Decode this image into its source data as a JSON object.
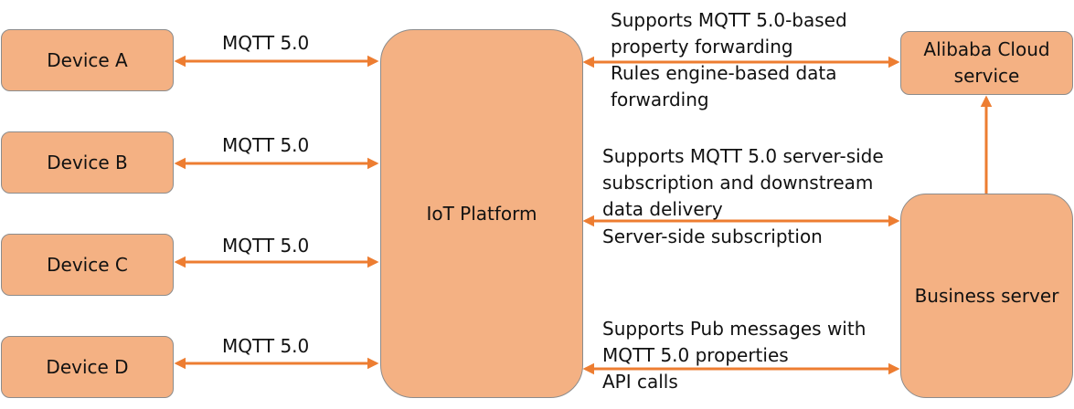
{
  "colors": {
    "box_fill": "#f4b183",
    "box_border": "#8c8c8c",
    "arrow": "#ed7d31"
  },
  "devices": [
    {
      "label": "Device A",
      "link_label": "MQTT 5.0"
    },
    {
      "label": "Device B",
      "link_label": "MQTT 5.0"
    },
    {
      "label": "Device C",
      "link_label": "MQTT 5.0"
    },
    {
      "label": "Device D",
      "link_label": "MQTT 5.0"
    }
  ],
  "platform": {
    "label": "IoT Platform"
  },
  "cloud": {
    "label": "Alibaba Cloud service"
  },
  "business": {
    "label": "Business server"
  },
  "links": {
    "cloud": {
      "lines": [
        "Supports MQTT 5.0-based",
        "property forwarding",
        "Rules engine-based data",
        "forwarding"
      ]
    },
    "subscription": {
      "lines": [
        "Supports MQTT 5.0 server-side",
        "subscription and downstream",
        "data delivery",
        "Server-side subscription"
      ]
    },
    "api": {
      "lines": [
        "Supports Pub messages with",
        "MQTT 5.0 properties",
        "API calls"
      ]
    }
  }
}
